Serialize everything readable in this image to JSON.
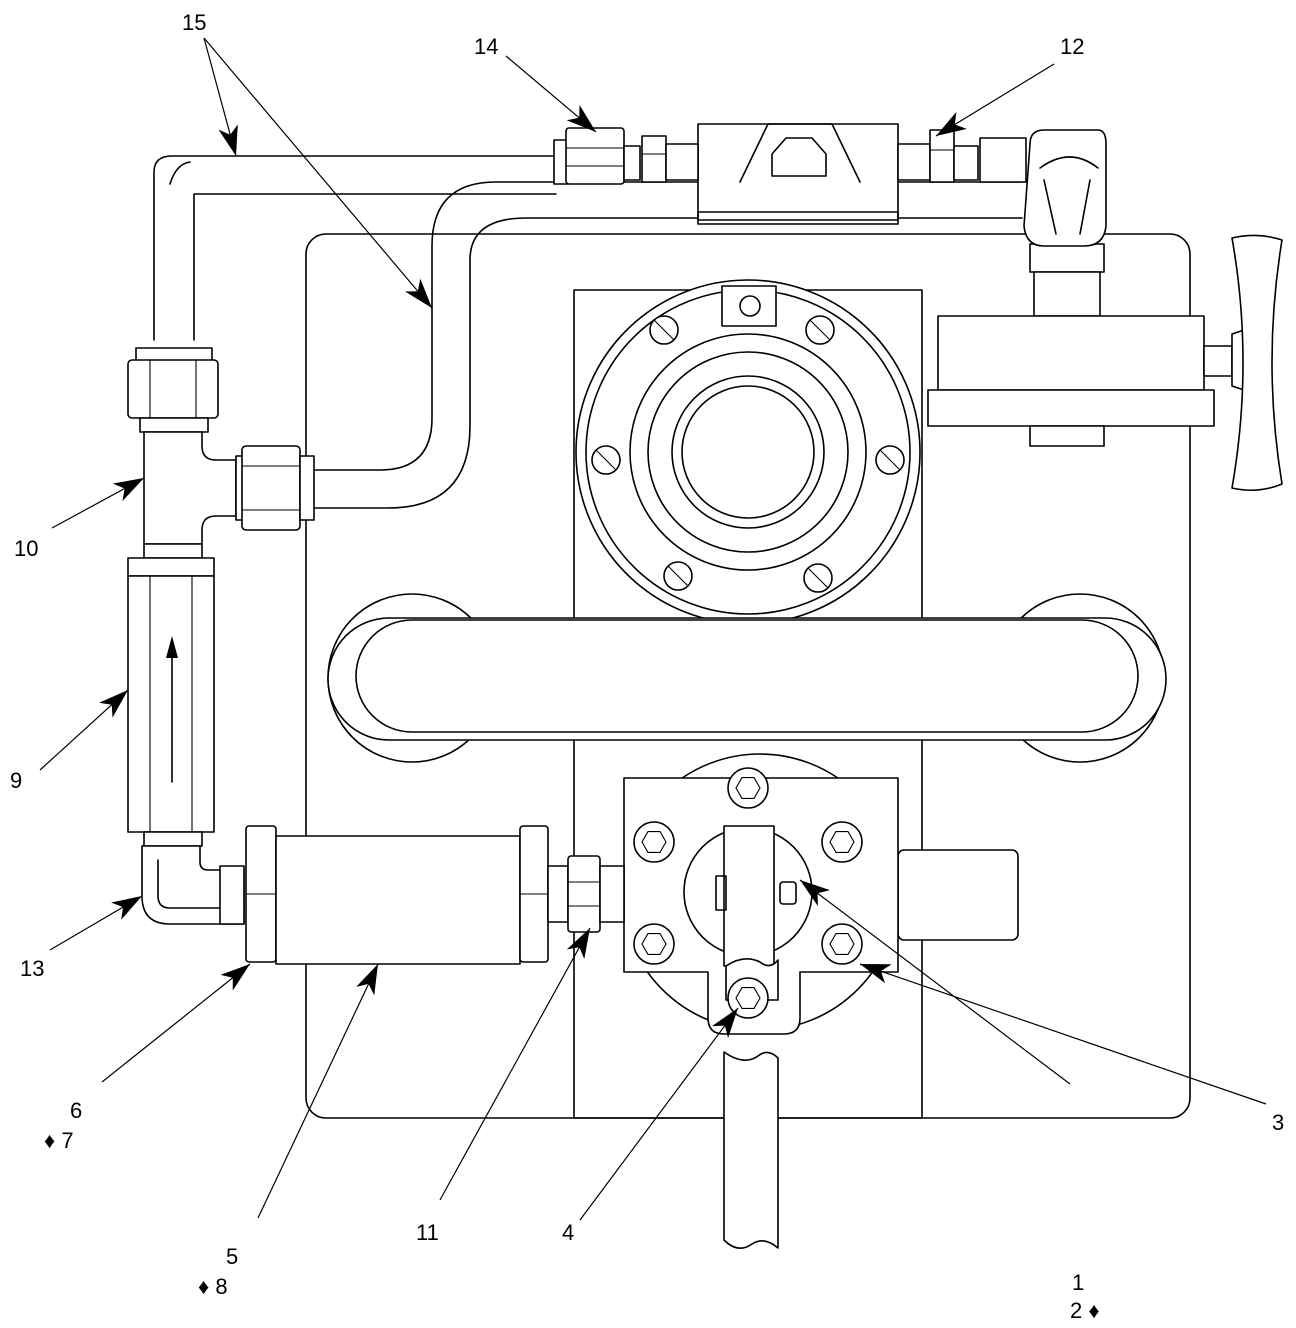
{
  "callouts": {
    "c1": "1",
    "c2": "2 ♦",
    "c3": "3",
    "c4": "4",
    "c5": "5",
    "c6": "6",
    "c7": "♦ 7",
    "c8": "♦ 8",
    "c9": "9",
    "c10": "10",
    "c11": "11",
    "c12": "12",
    "c13": "13",
    "c14": "14",
    "c15": "15"
  },
  "colors": {
    "line": "#000000",
    "background": "#ffffff"
  }
}
